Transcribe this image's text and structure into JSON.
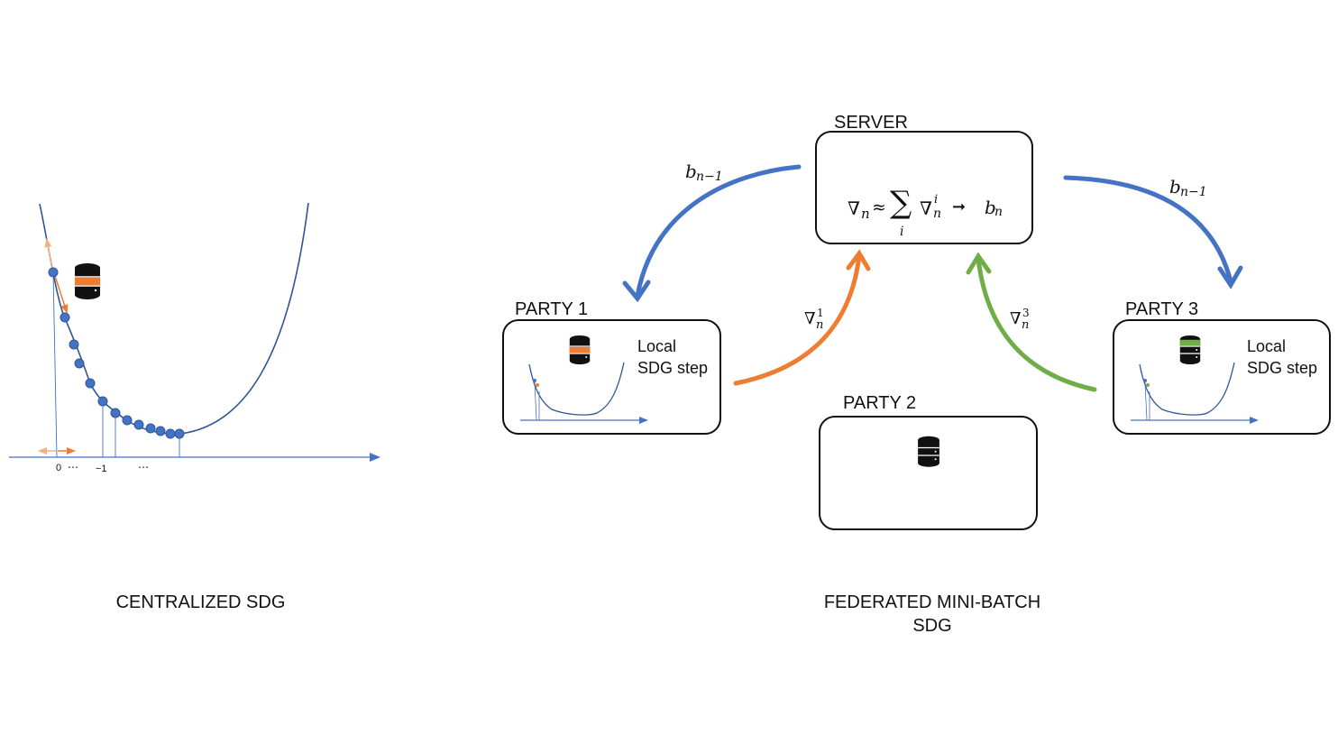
{
  "centralized": {
    "caption": "CENTRALIZED SDG",
    "tick_0": "0",
    "tick_dots_1": "⋯",
    "tick_minus1": "−1",
    "tick_dots_2": "⋯"
  },
  "federated": {
    "caption_line1": "FEDERATED MINI-BATCH",
    "caption_line2": "SDG"
  },
  "server": {
    "label": "SERVER",
    "formula_left": "∇",
    "formula_left_sub": "n",
    "approx": "≈",
    "sum": "∑",
    "sum_index": "i",
    "grad": "∇",
    "grad_sup": "i",
    "grad_sub": "n",
    "arrow": "➞",
    "result": "b",
    "result_sub": "n"
  },
  "parties": [
    {
      "label": "PARTY 1",
      "text_line1": "Local",
      "text_line2": "SDG step"
    },
    {
      "label": "PARTY 2"
    },
    {
      "label": "PARTY 3",
      "text_line1": "Local",
      "text_line2": "SDG step"
    }
  ],
  "arrows": {
    "left_label": "b",
    "left_label_sub": "n−1",
    "right_label": "b",
    "right_label_sub": "n−1",
    "p1_grad": "∇",
    "p1_sup": "1",
    "p1_sub": "n",
    "p3_grad": "∇",
    "p3_sup": "3",
    "p3_sub": "n"
  },
  "colors": {
    "blue": "#4472c4",
    "orange": "#ed7d31",
    "green": "#70ad47",
    "curve": "#2f5597",
    "axis": "#4472c4"
  },
  "icons": {
    "server": "server-rack-icon",
    "database": "database-icon"
  }
}
